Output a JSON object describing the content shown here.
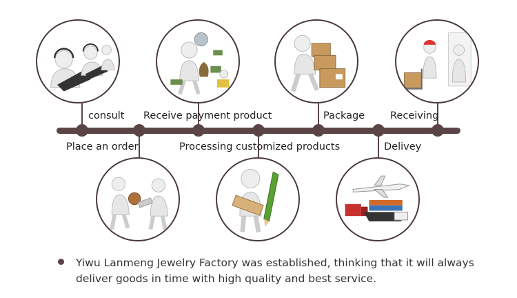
{
  "steps": {
    "consult": "consult",
    "place_order": "Place an order",
    "receive_payment": "Receive payment product",
    "processing": "Processing customized products",
    "package": "Package",
    "delivery": "Delivey",
    "receiving": "Receiving"
  },
  "footer": {
    "text": "Yiwu Lanmeng Jewelry Factory was established, thinking that it will always deliver goods in time with high quality and best service."
  },
  "colors": {
    "timeline": "#5a4446",
    "figure": "#e9e9e9",
    "box": "#c89a5e"
  }
}
